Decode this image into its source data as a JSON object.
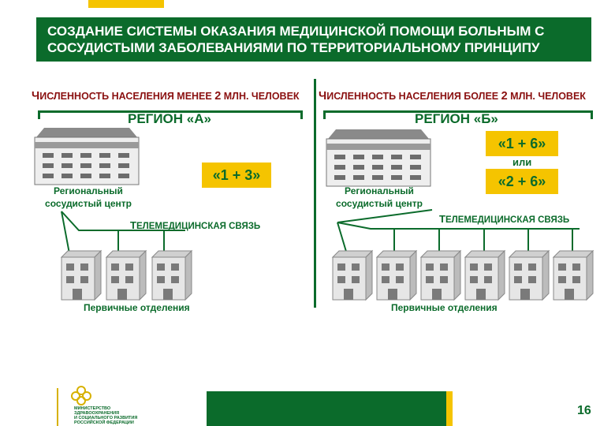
{
  "slide": {
    "title_line1": "СОЗДАНИЕ СИСТЕМЫ ОКАЗАНИЯ МЕДИЦИНСКОЙ ПОМОЩИ БОЛЬНЫМ С",
    "title_line2": "СОСУДИСТЫМИ ЗАБОЛЕВАНИЯМИ ПО ТЕРРИТОРИАЛЬНОМУ ПРИНЦИПУ",
    "page_number": "16"
  },
  "left": {
    "population_first": "Ч",
    "population_rest": "ИСЛЕННОСТЬ НАСЕЛЕНИЯ МЕНЕЕ ",
    "population_num": "2",
    "population_tail": " МЛН. ЧЕЛОВЕК",
    "region": "РЕГИОН «А»",
    "formula": "«1 + 3»",
    "center_line1": "Региональный",
    "center_line2": "сосудистый центр",
    "tele_first": "Т",
    "tele_rest": "ЕЛЕМЕДИЦИНСКАЯ СВЯЗЬ",
    "departments": "Первичные отделения"
  },
  "right": {
    "population_first": "Ч",
    "population_rest": "ИСЛЕННОСТЬ НАСЕЛЕНИЯ БОЛЕЕ ",
    "population_num": "2",
    "population_tail": " МЛН. ЧЕЛОВЕК",
    "region": "РЕГИОН «Б»",
    "formula_1": "«1 + 6»",
    "or": "или",
    "formula_2": "«2 + 6»",
    "center_line1": "Региональный",
    "center_line2": "сосудистый центр",
    "tele_first": "Т",
    "tele_rest": "ЕЛЕМЕДИЦИНСКАЯ СВЯЗЬ",
    "departments": "Первичные отделения"
  },
  "footer": {
    "ministry_line1": "Министерство",
    "ministry_line2": "здравоохранения",
    "ministry_line3": "и социального развития",
    "ministry_line4": "Российской Федерации"
  },
  "colors": {
    "green": "#0b6b2b",
    "yellow": "#f5c400",
    "dark_red": "#8a1010"
  },
  "icons": {
    "hospital": "hospital-building-icon",
    "clinic": "clinic-building-icon",
    "logo": "ministry-logo-icon"
  }
}
